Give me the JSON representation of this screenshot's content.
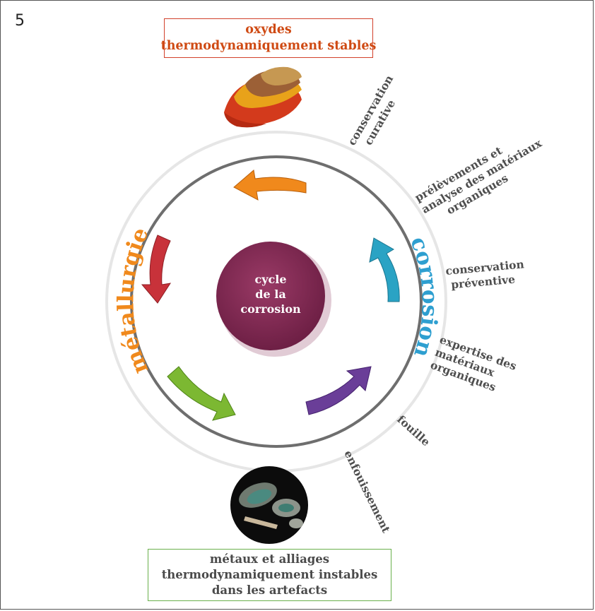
{
  "figure_number": "5",
  "top_box": {
    "line1": "oxydes",
    "line2": "thermodynamiquement stables"
  },
  "bottom_box": {
    "line1": "métaux et alliages",
    "line2": "thermodynamiquement instables",
    "line3": "dans les artefacts"
  },
  "center": {
    "line1": "cycle",
    "line2": "de la",
    "line3": "corrosion"
  },
  "arc_labels": {
    "left": "métallurgie",
    "right": "corrosion"
  },
  "steps": {
    "conservation_curative": [
      "conservation",
      "curative"
    ],
    "prelevements": [
      "prélèvements et",
      "analyse des matériaux",
      "organiques"
    ],
    "conservation_preventive": [
      "conservation",
      "préventive"
    ],
    "expertise": [
      "expertise des",
      "matériaux",
      "organiques"
    ],
    "fouille": "fouille",
    "enfouissement": "enfouissement"
  },
  "colors": {
    "orange_arrow": "#f0891c",
    "red_arrow": "#c8323a",
    "green_arrow": "#7cb832",
    "purple_arrow": "#6a3e98",
    "cyan_arrow": "#2aa3c4",
    "center_circle": "#7d2650",
    "outer_ring": "#e6e6e6",
    "inner_ring": "#6e6e6e",
    "metallurgie_text": "#f0891c",
    "corrosion_text": "#2e9fd0",
    "top_box_border": "#d2412b",
    "bottom_box_border": "#6ab04c"
  },
  "images": {
    "top": "spice-powders-image",
    "bottom": "excavated-metal-artefacts-image"
  }
}
